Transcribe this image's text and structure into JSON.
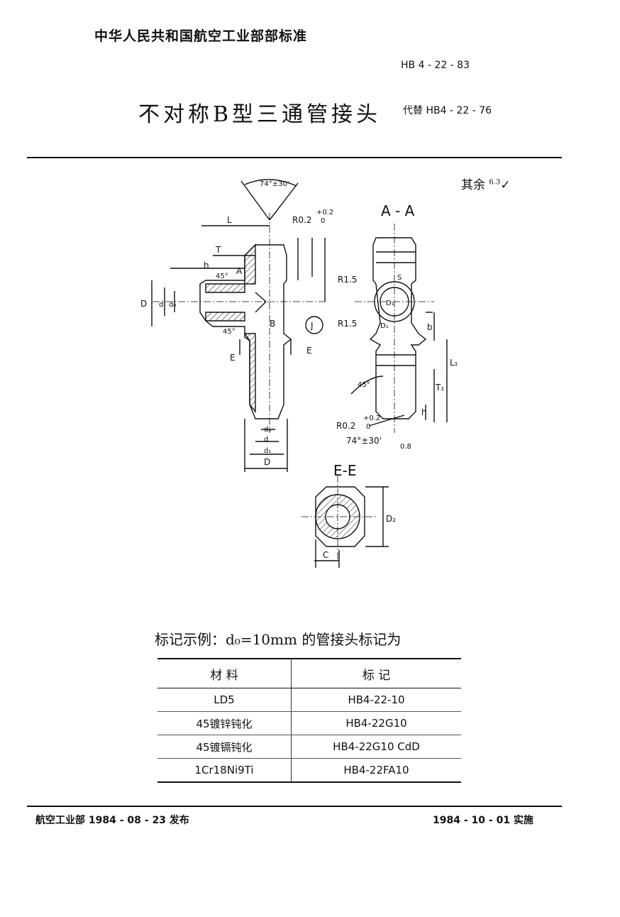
{
  "header": {
    "organization": "中华人民共和国航空工业部部标准",
    "standard_no": "HB 4 - 22 - 83",
    "title": "不对称B型三通管接头",
    "replaces": "代替 HB4 - 22 - 76"
  },
  "drawing": {
    "roughness": "其余",
    "roughness_value": "6.3",
    "section_aa": "A - A",
    "section_ee": "E-E",
    "labels": {
      "L": "L",
      "T": "T",
      "h": "h",
      "D": "D",
      "d": "d",
      "d1": "d₁",
      "d0": "d₀",
      "A": "A",
      "B": "B",
      "E": "E",
      "J": "J",
      "R02": "R0.2",
      "tol": "+0.2",
      "tol0": "0",
      "angle74": "74°±30'",
      "angle45": "45°",
      "R15": "R1.5",
      "b": "b",
      "L1": "L₁",
      "T1": "T₁",
      "D2": "D₂",
      "C": "C",
      "S": "S",
      "D1": "D₁",
      "r08": "0.8"
    }
  },
  "example": "标记示例：d₀=10mm 的管接头标记为",
  "table": {
    "headers": [
      "材 料",
      "标 记"
    ],
    "rows": [
      [
        "LD5",
        "HB4-22-10"
      ],
      [
        "45镀锌钝化",
        "HB4-22G10"
      ],
      [
        "45镀镉钝化",
        "HB4-22G10 CdD"
      ],
      [
        "1Cr18Ni9Ti",
        "HB4-22FA10"
      ]
    ]
  },
  "footer": {
    "issued": "航空工业部 1984 - 08 - 23 发布",
    "effective": "1984 - 10 - 01 实施"
  }
}
